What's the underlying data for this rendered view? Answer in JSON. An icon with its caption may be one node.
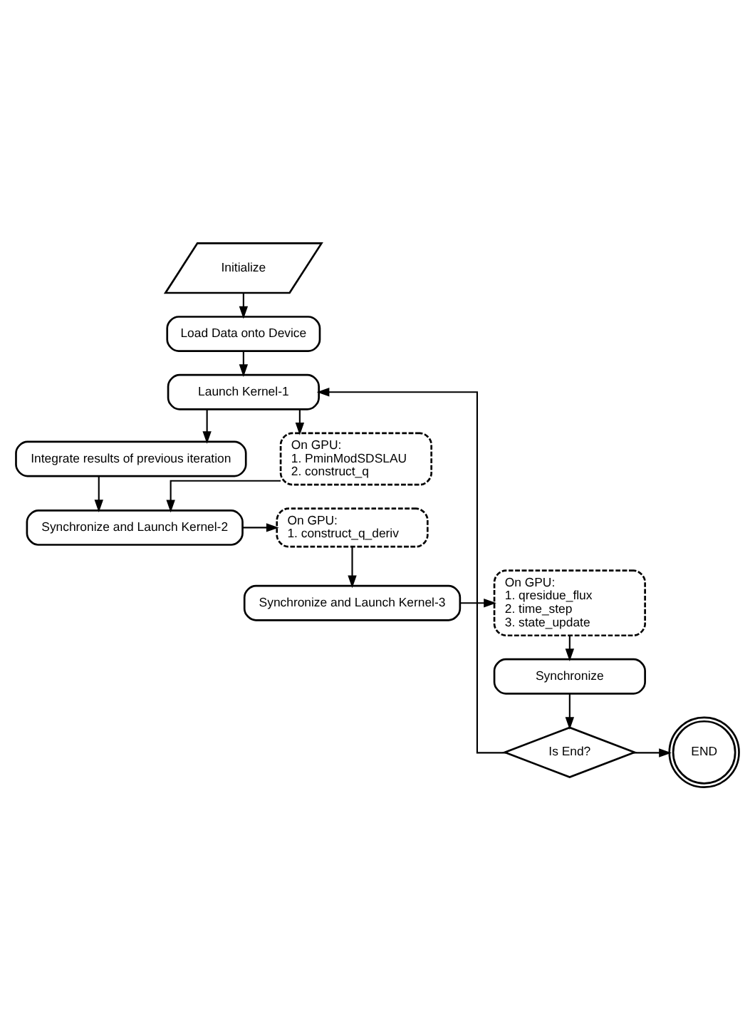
{
  "diagram": {
    "nodes": [
      {
        "text": [
          "Initialize"
        ]
      },
      {
        "text": [
          "Load Data onto Device"
        ]
      },
      {
        "text": [
          "Launch Kernel-1"
        ]
      },
      {
        "text": [
          "Integrate results of previous iteration"
        ]
      },
      {
        "text": [
          "On GPU:",
          "1. PminModSDSLAU",
          "2. construct_q"
        ]
      },
      {
        "text": [
          "Synchronize and Launch Kernel-2"
        ]
      },
      {
        "text": [
          "On GPU:",
          "1. construct_q_deriv"
        ]
      },
      {
        "text": [
          "Synchronize and Launch Kernel-3"
        ]
      },
      {
        "text": [
          "On GPU:",
          "1. qresidue_flux",
          "2. time_step",
          "3. state_update"
        ]
      },
      {
        "text": [
          "Synchronize"
        ]
      },
      {
        "text": [
          "Is End?"
        ]
      },
      {
        "text": [
          "END"
        ]
      }
    ],
    "edges": [
      {
        "from": 0,
        "to": 1,
        "arrow": "to"
      },
      {
        "from": 1,
        "to": 2,
        "arrow": "to"
      },
      {
        "from": 2,
        "to": 3,
        "arrow": "to"
      },
      {
        "from": 2,
        "to": 4,
        "arrow": "to"
      },
      {
        "from": 3,
        "to": 5,
        "arrow": "to"
      },
      {
        "from": 4,
        "to": 5,
        "arrow": "to"
      },
      {
        "from": 5,
        "to": 6,
        "arrow": "to"
      },
      {
        "from": 6,
        "to": 7,
        "arrow": "to"
      },
      {
        "from": 7,
        "to": 8,
        "arrow": "to"
      },
      {
        "from": 8,
        "to": 9,
        "arrow": "to"
      },
      {
        "from": 9,
        "to": 10,
        "arrow": "to"
      },
      {
        "from": 10,
        "to": 11,
        "arrow": "to"
      },
      {
        "from": 10,
        "to": 2,
        "arrow": "to"
      }
    ]
  }
}
